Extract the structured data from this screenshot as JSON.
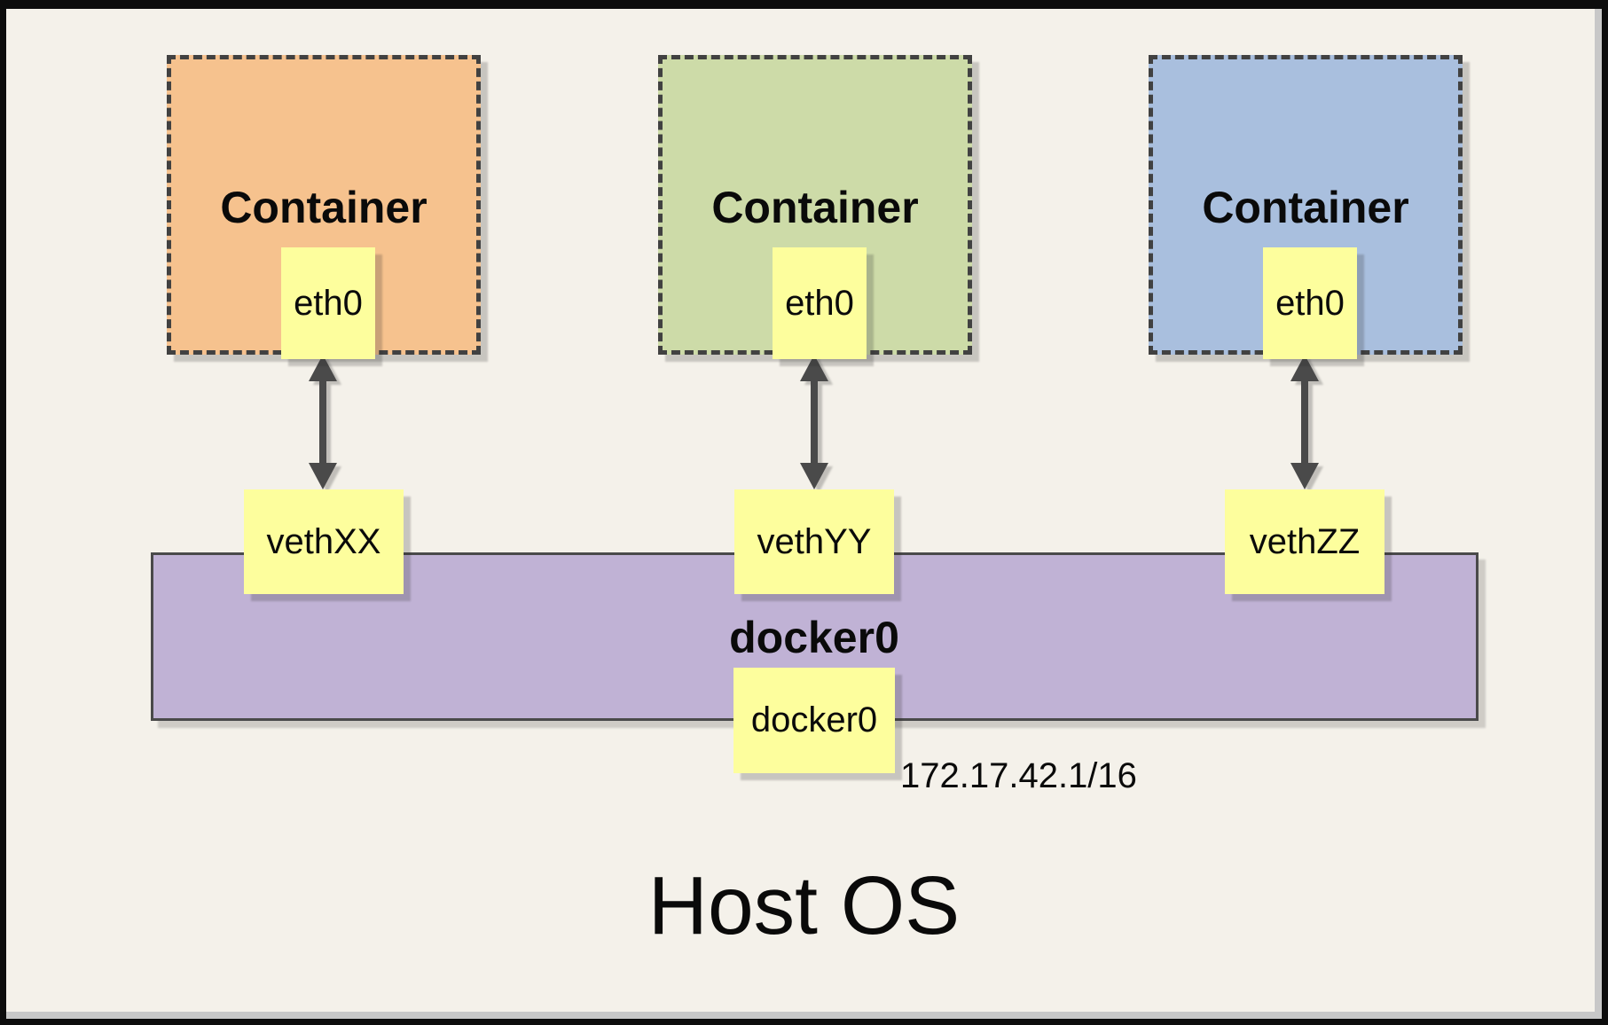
{
  "diagram": {
    "host_os_label": "Host OS",
    "containers": [
      {
        "label": "Container",
        "interface_label": "eth0",
        "fill": "#f6c28e"
      },
      {
        "label": "Container",
        "interface_label": "eth0",
        "fill": "#cddba8"
      },
      {
        "label": "Container",
        "interface_label": "eth0",
        "fill": "#a9bfde"
      }
    ],
    "veth_labels": [
      "vethXX",
      "vethYY",
      "vethZZ"
    ],
    "bridge": {
      "name": "docker0",
      "interface_label": "docker0",
      "ip": "172.17.42.1/16",
      "fill": "#c0b2d5"
    },
    "colors": {
      "background": "#f4f1ea",
      "note_yellow": "#fdfe9d",
      "line_gray": "#4a4a4a"
    }
  }
}
